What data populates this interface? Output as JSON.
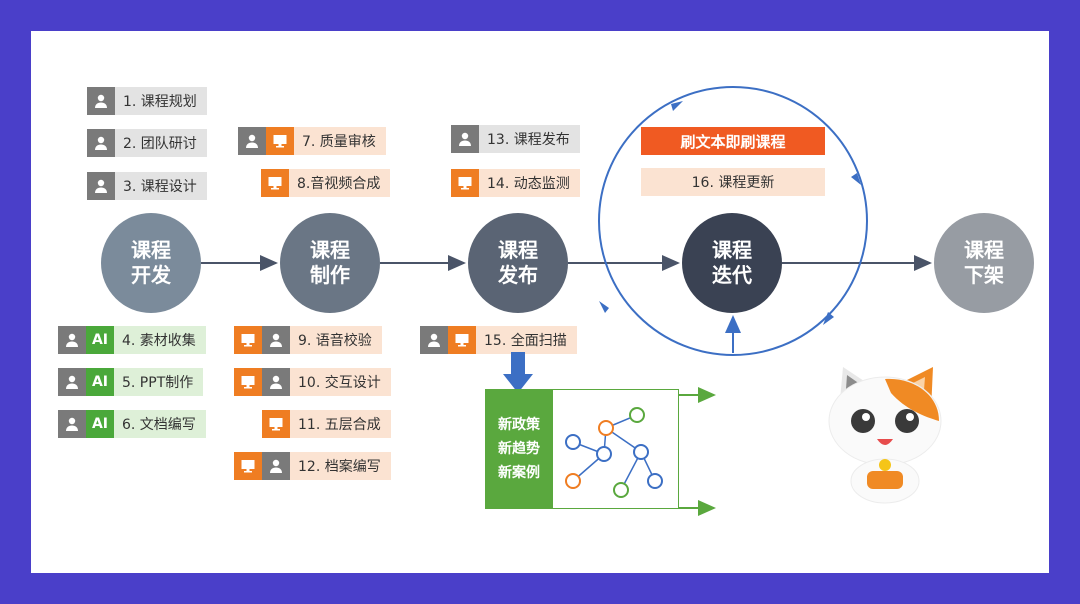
{
  "stages": [
    {
      "line1": "课程",
      "line2": "开发",
      "color": "#7b8b9b"
    },
    {
      "line1": "课程",
      "line2": "制作",
      "color": "#6a7685"
    },
    {
      "line1": "课程",
      "line2": "发布",
      "color": "#5a6474"
    },
    {
      "line1": "课程",
      "line2": "迭代",
      "color": "#3a4253"
    },
    {
      "line1": "课程",
      "line2": "下架",
      "color": "#979ca3"
    }
  ],
  "tasks": {
    "t1": "1. 课程规划",
    "t2": "2. 团队研讨",
    "t3": "3. 课程设计",
    "t4": "4. 素材收集",
    "t5": "5. PPT制作",
    "t6": "6. 文档编写",
    "t7": "7. 质量审核",
    "t8": "8.音视频合成",
    "t9": "9. 语音校验",
    "t10": "10. 交互设计",
    "t11": "11. 五层合成",
    "t12": "12. 档案编写",
    "t13": "13. 课程发布",
    "t14": "14. 动态监测",
    "t15": "15. 全面扫描",
    "t16": "16. 课程更新"
  },
  "ai_label": "AI",
  "banner": "刷文本即刷课程",
  "news": [
    "新政策",
    "新趋势",
    "新案例"
  ],
  "colors": {
    "person": "#7a7a7a",
    "screen": "#ef7d22",
    "ai": "#4aa83a",
    "banner": "#f05a22",
    "frame": "#4a3fc9"
  }
}
